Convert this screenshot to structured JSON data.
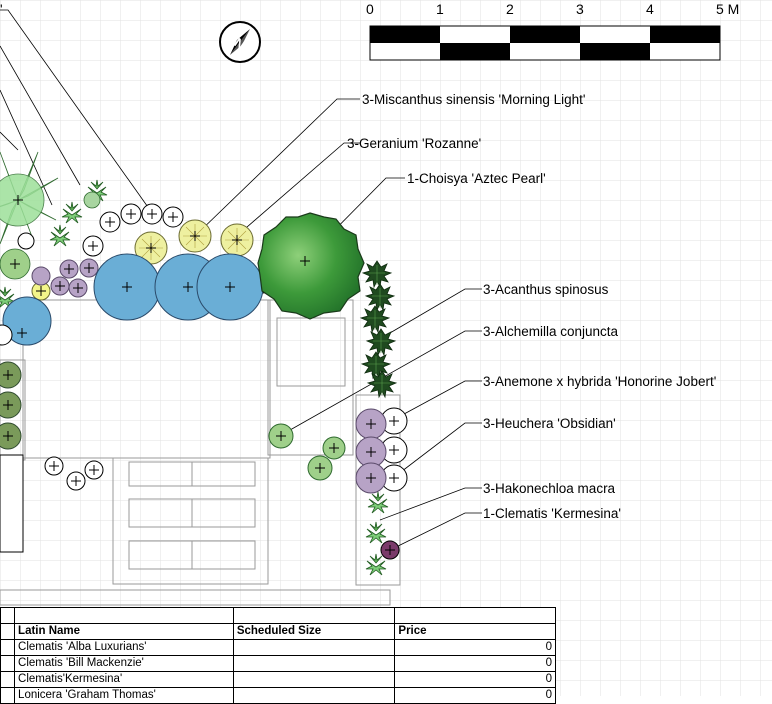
{
  "scale_bar": {
    "ticks": [
      "0",
      "1",
      "2",
      "3",
      "4",
      "5 M"
    ]
  },
  "north_arrow": {
    "letter": "N"
  },
  "labels": [
    {
      "id": "miscanthus",
      "text": "3-Miscanthus sinensis 'Morning Light'"
    },
    {
      "id": "geranium",
      "text": "3-Geranium 'Rozanne'"
    },
    {
      "id": "choisya",
      "text": "1-Choisya 'Aztec Pearl'"
    },
    {
      "id": "acanthus",
      "text": "3-Acanthus spinosus"
    },
    {
      "id": "alchemilla",
      "text": "3-Alchemilla conjuncta"
    },
    {
      "id": "anemone",
      "text": "3-Anemone x hybrida 'Honorine Jobert'"
    },
    {
      "id": "heuchera",
      "text": "3-Heuchera 'Obsidian'"
    },
    {
      "id": "hakonechloa",
      "text": "3-Hakonechloa macra"
    },
    {
      "id": "clematis",
      "text": "1-Clematis 'Kermesina'"
    }
  ],
  "cut_label": {
    "text": "'"
  },
  "schedule": {
    "headers": [
      "",
      "Latin Name",
      "Scheduled Size",
      "Price"
    ],
    "rows": [
      {
        "latin": "Clematis 'Alba Luxurians'",
        "size": "",
        "price": "0"
      },
      {
        "latin": "Clematis 'Bill Mackenzie'",
        "size": "",
        "price": "0"
      },
      {
        "latin": "Clematis'Kermesina'",
        "size": "",
        "price": "0"
      },
      {
        "latin": "Lonicera 'Graham Thomas'",
        "size": "",
        "price": "0"
      }
    ]
  },
  "colors": {
    "grid": "#dcdcdc",
    "blue_shrub": "#6aaed6",
    "purple_plant": "#b7a3c6",
    "dark_green": "#2e8a2e",
    "light_green": "#9fd08a",
    "yellow_grass": "#eef0a0",
    "clematis_dot": "#7a3a6a",
    "sage": "#7a9a5a"
  }
}
